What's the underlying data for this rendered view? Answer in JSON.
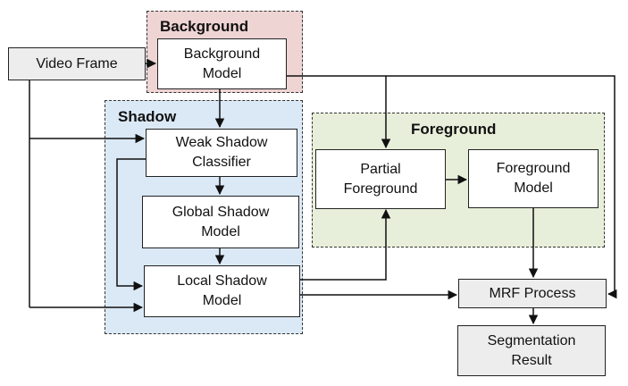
{
  "groups": {
    "background": {
      "title": "Background",
      "fill": "#efd4d4"
    },
    "shadow": {
      "title": "Shadow",
      "fill": "#dbe9f6"
    },
    "foreground": {
      "title": "Foreground",
      "fill": "#e7efda"
    }
  },
  "nodes": {
    "video_frame": "Video Frame",
    "background_model": "Background\nModel",
    "weak_shadow_classifier": "Weak Shadow\nClassifier",
    "global_shadow_model": "Global Shadow\nModel",
    "local_shadow_model": "Local Shadow\nModel",
    "partial_foreground": "Partial\nForeground",
    "foreground_model": "Foreground\nModel",
    "mrf_process": "MRF Process",
    "segmentation_result": "Segmentation\nResult"
  },
  "colors": {
    "line": "#111111",
    "node_border": "#222222",
    "shaded_node": "#ededed"
  }
}
